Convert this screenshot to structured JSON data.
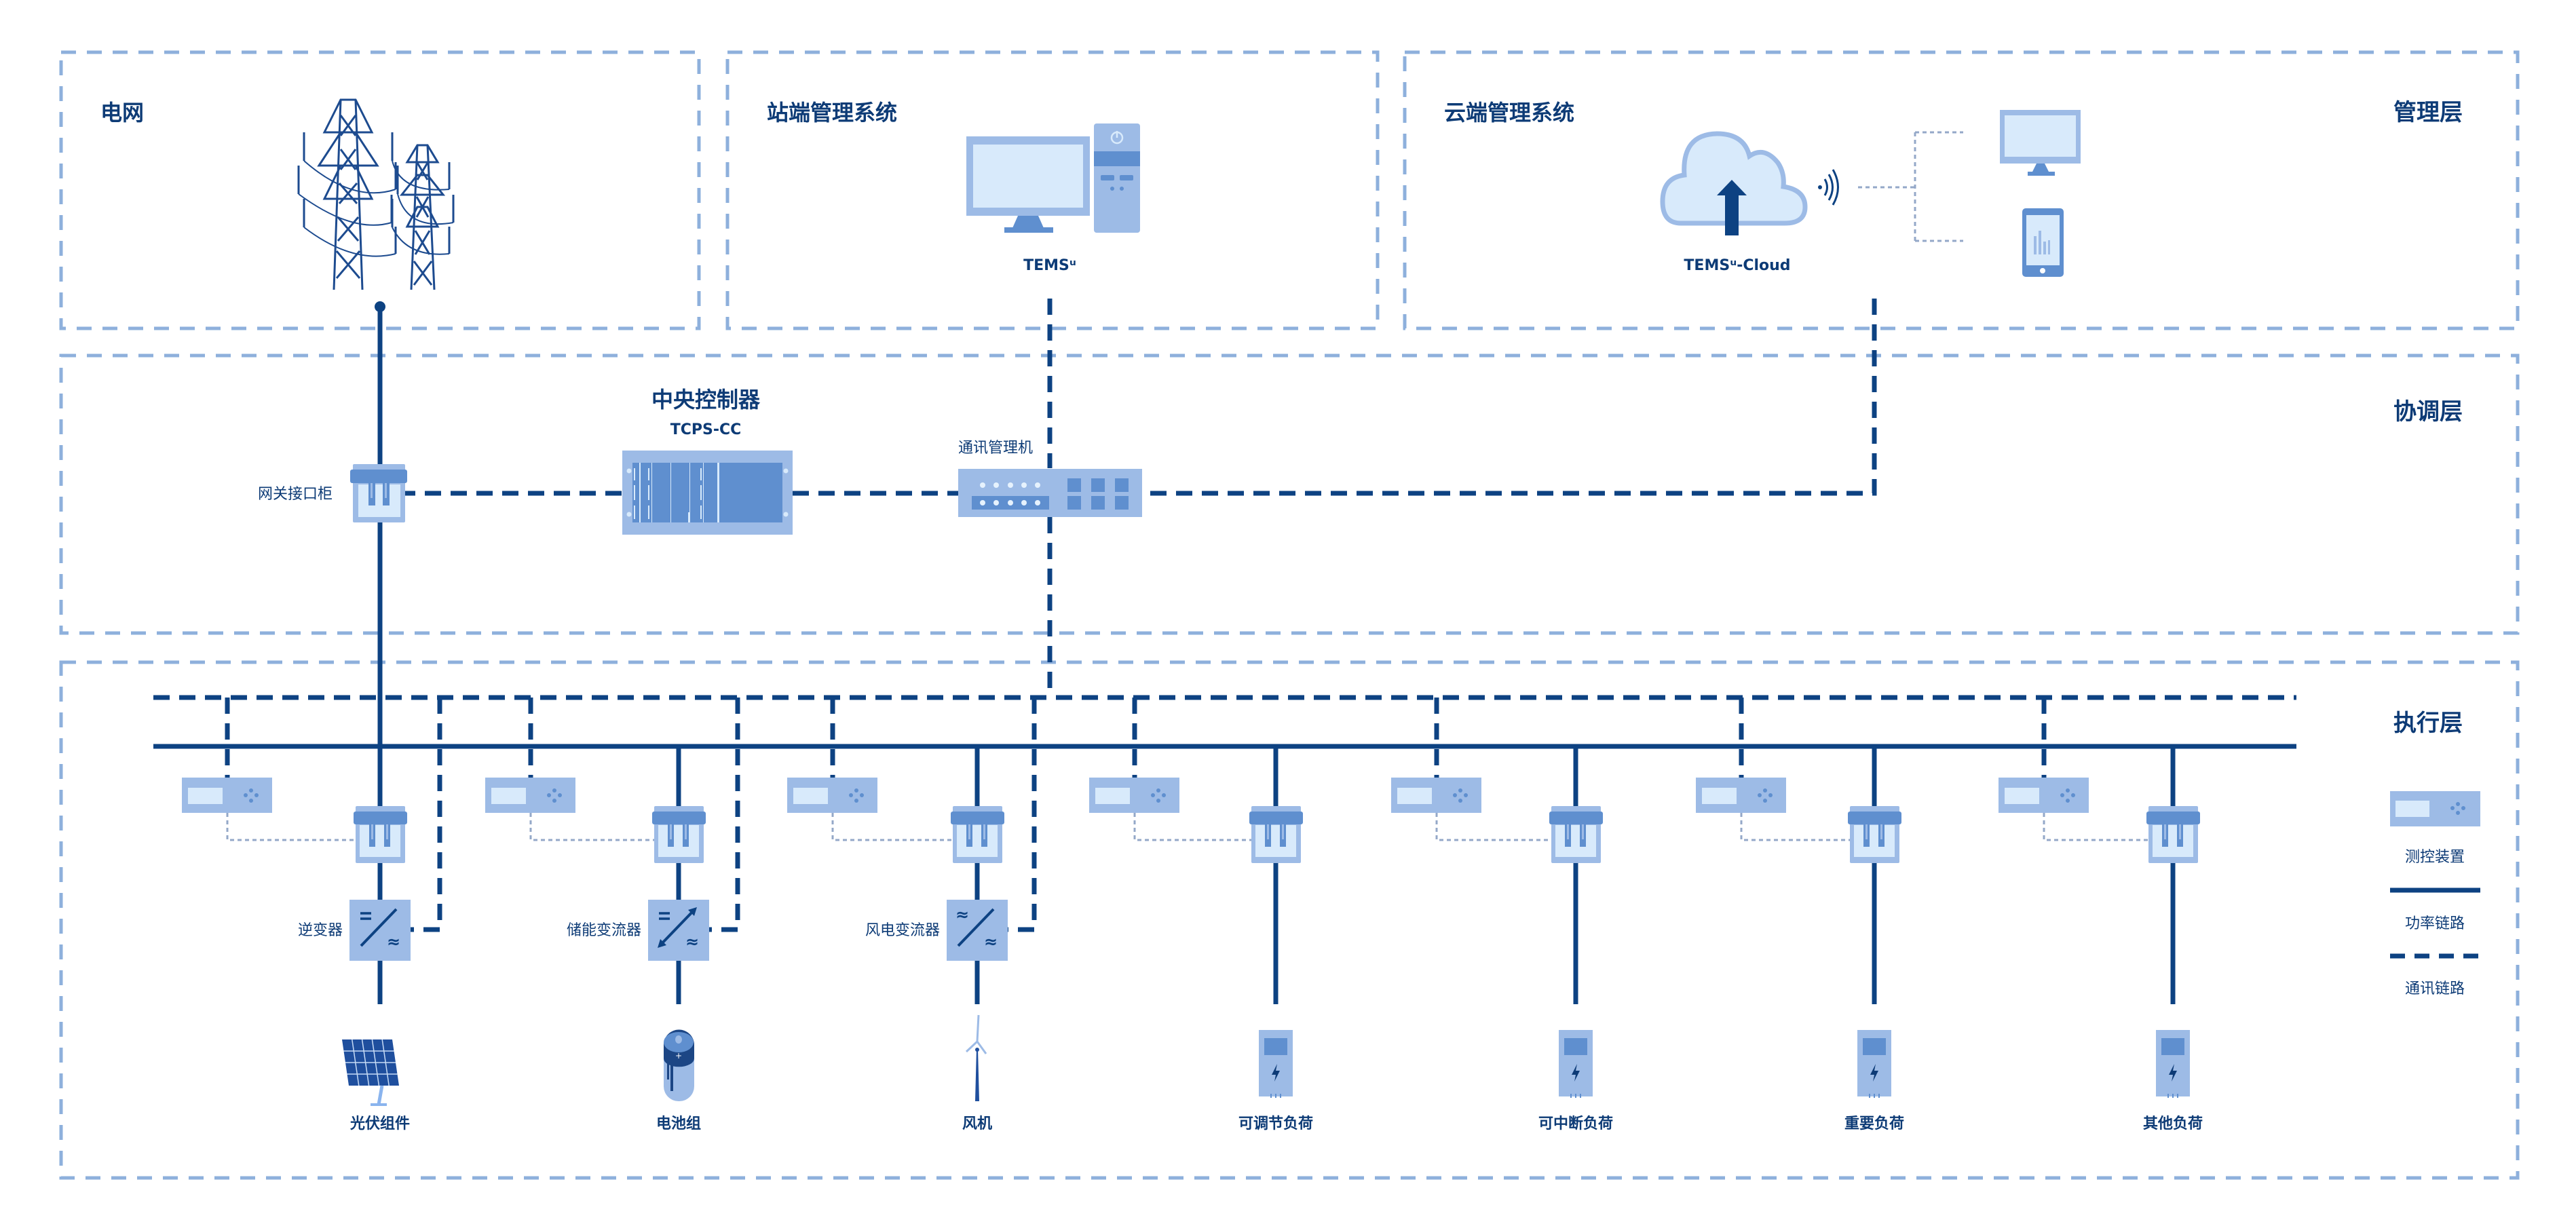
{
  "management_layer": {
    "layer_label": "管理层",
    "grid": {
      "title": "电网",
      "icon": "transmission-tower-icon"
    },
    "station": {
      "title": "站端管理系统",
      "device_label": "TEMSᵘ",
      "icon": "desktop-computer-icon"
    },
    "cloud": {
      "title": "云端管理系统",
      "device_label": "TEMSᵘ-Cloud",
      "icons": [
        "cloud-upload-icon",
        "wireless-signal-icon",
        "monitor-icon",
        "mobile-phone-icon"
      ]
    }
  },
  "coordination_layer": {
    "layer_label": "协调层",
    "gateway": {
      "label": "网关接口柜",
      "icon": "switch-cabinet-icon"
    },
    "central_controller": {
      "title": "中央控制器",
      "model": "TCPS-CC",
      "icon": "controller-rack-icon"
    },
    "comm_manager": {
      "label": "通讯管理机",
      "icon": "network-switch-icon"
    }
  },
  "execution_layer": {
    "layer_label": "执行层",
    "columns": [
      {
        "converter": "逆变器",
        "converter_type": "dc-ac",
        "source": "光伏组件",
        "source_icon": "solar-panel-icon"
      },
      {
        "converter": "储能变流器",
        "converter_type": "bidirectional",
        "source": "电池组",
        "source_icon": "battery-icon"
      },
      {
        "converter": "风电变流器",
        "converter_type": "ac-ac",
        "source": "风机",
        "source_icon": "wind-turbine-icon"
      },
      {
        "converter": "",
        "converter_type": "none",
        "source": "可调节负荷",
        "source_icon": "load-cabinet-icon"
      },
      {
        "converter": "",
        "converter_type": "none",
        "source": "可中断负荷",
        "source_icon": "load-cabinet-icon"
      },
      {
        "converter": "",
        "converter_type": "none",
        "source": "重要负荷",
        "source_icon": "load-cabinet-icon"
      },
      {
        "converter": "",
        "converter_type": "none",
        "source": "其他负荷",
        "source_icon": "load-cabinet-icon"
      }
    ]
  },
  "legend": {
    "items": [
      {
        "label": "测控装置",
        "kind": "measurement-device"
      },
      {
        "label": "功率链路",
        "kind": "solid-line"
      },
      {
        "label": "通讯链路",
        "kind": "dashed-line"
      }
    ]
  },
  "colors": {
    "dark_blue": "#0d4282",
    "medium_blue": "#5f8fcf",
    "light_blue": "#9dbbe6",
    "pale_blue": "#d8eafb",
    "frame_blue": "#8eb0dc"
  }
}
